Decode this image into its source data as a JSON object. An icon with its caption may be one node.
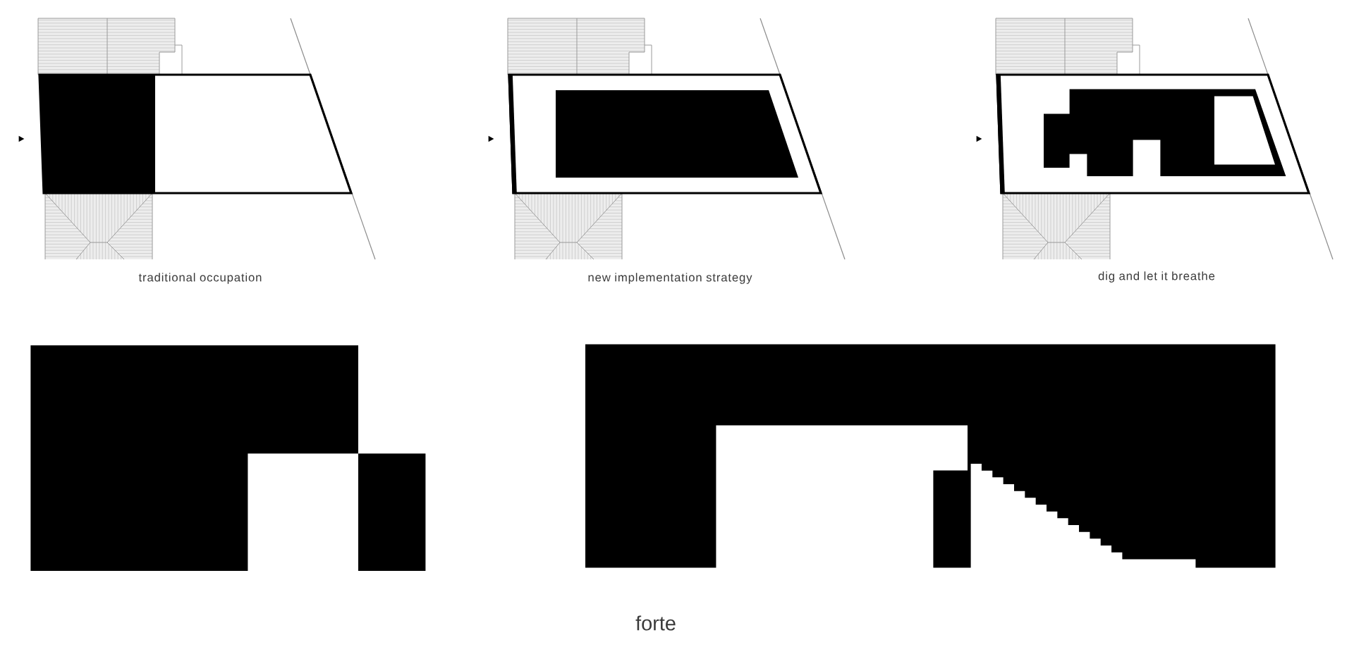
{
  "diagram": {
    "labels": [
      "traditional occupation",
      "new implementation strategy",
      "dig and let it breathe",
      "forte"
    ]
  }
}
